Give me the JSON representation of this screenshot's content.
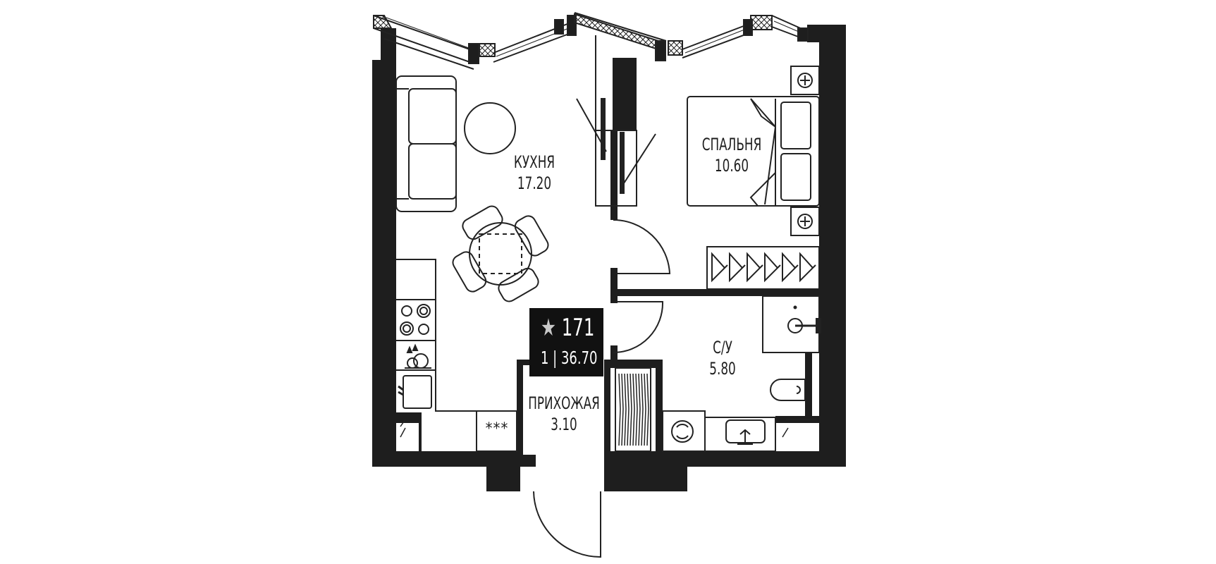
{
  "rooms": {
    "kitchen": {
      "name": "КУХНЯ",
      "area": "17.20"
    },
    "bedroom": {
      "name": "СПАЛЬНЯ",
      "area": "10.60"
    },
    "bathroom": {
      "name": "С/У",
      "area": "5.80"
    },
    "hallway": {
      "name": "ПРИХОЖАЯ",
      "area": "3.10"
    }
  },
  "badge": {
    "star": "★",
    "number": "171",
    "rooms_count": "1",
    "separator": "|",
    "total_area": "36.70"
  },
  "fridge_symbol": "***",
  "colors": {
    "wall": "#1e1e1e",
    "line": "#222222",
    "badge_bg": "#111111",
    "star": "#c8c8c8"
  }
}
